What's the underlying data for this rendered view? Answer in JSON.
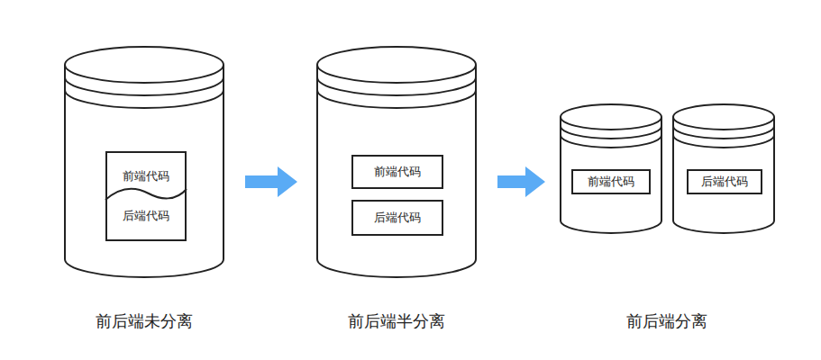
{
  "diagram": {
    "nodes": [
      {
        "text": [
          "前后端未分离"
        ]
      },
      {
        "text": [
          "前端代码",
          "后端代码"
        ],
        "in": 0
      },
      {
        "text": [
          "前后端半分离"
        ]
      },
      {
        "text": [
          "前端代码"
        ],
        "in": 2
      },
      {
        "text": [
          "后端代码"
        ],
        "in": 2
      },
      {
        "text": [
          "前后端分离"
        ]
      },
      {
        "text": [
          "前端代码"
        ],
        "in": 5
      },
      {
        "text": [
          "后端代码"
        ],
        "in": 5
      }
    ],
    "edges": [
      {
        "from": 0,
        "to": 2,
        "arrow": "to"
      },
      {
        "from": 2,
        "to": 5,
        "arrow": "to"
      }
    ]
  }
}
